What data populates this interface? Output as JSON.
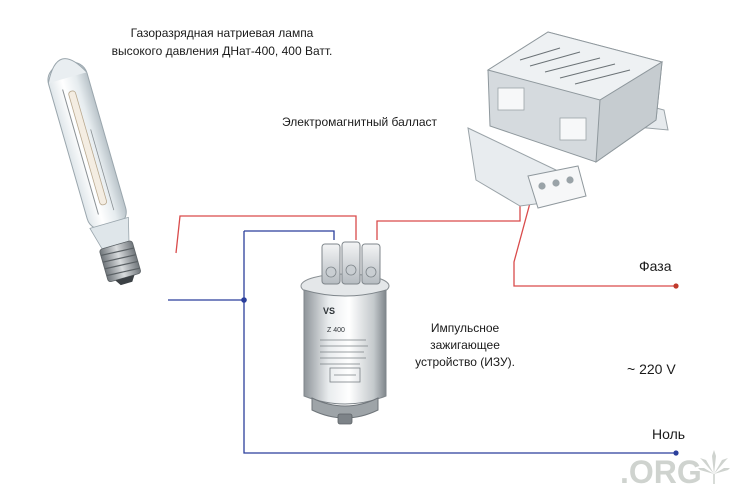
{
  "captions": {
    "lamp_line1": "Газоразрядная натриевая лампа",
    "lamp_line2": "высокого давления ДНат-400, 400 Ватт.",
    "ballast": "Электромагнитный балласт",
    "igniter_line1": "Импульсное",
    "igniter_line2": "зажигающее",
    "igniter_line3": "устройство (ИЗУ)."
  },
  "terminals": {
    "phase": "Фаза",
    "neutral": "Ноль",
    "voltage": "~ 220 V"
  },
  "igniter_body": {
    "brand": "VS",
    "model": "Z 400"
  },
  "watermark": {
    "text": ".ORG"
  },
  "colors": {
    "phase_wire": "#d94b4b",
    "neutral_wire": "#2b3f9c",
    "phase_dot": "#c0392b",
    "neutral_dot": "#2b3f9c"
  },
  "icons": {
    "watermark_leaf": "cannabis-leaf-icon"
  }
}
